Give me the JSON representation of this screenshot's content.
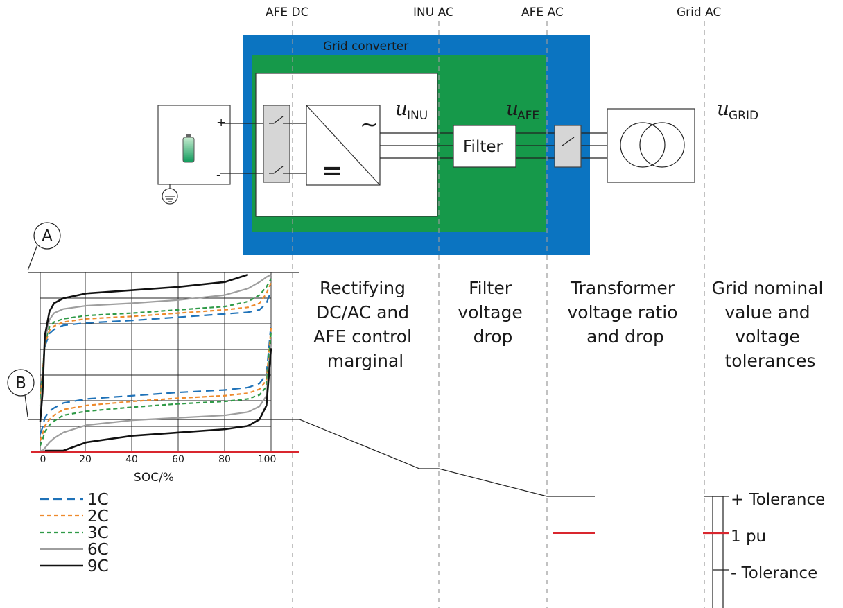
{
  "columns": {
    "afe_dc": "AFE DC",
    "inu_ac": "INU AC",
    "afe_ac": "AFE AC",
    "grid_ac": "Grid AC"
  },
  "converter": {
    "title": "Grid converter",
    "filter_label": "Filter",
    "u_symbol": "u",
    "u_inu_sub": "INU",
    "u_afe_sub": "AFE",
    "u_grid_sub": "GRID",
    "plus": "+",
    "minus": "-",
    "ac_symbol": "~",
    "dc_symbol": "="
  },
  "callouts": {
    "a": "A",
    "b": "B"
  },
  "stages": {
    "rectify": [
      "Rectifying",
      "DC/AC and",
      "AFE control",
      "marginal"
    ],
    "filter": [
      "Filter",
      "voltage",
      "drop"
    ],
    "transformer": [
      "Transformer",
      "voltage ratio",
      "and drop"
    ],
    "grid": [
      "Grid nominal",
      "value and",
      "voltage",
      "tolerances"
    ]
  },
  "tolerance": {
    "plus": "+ Tolerance",
    "nominal": "1 pu",
    "minus": "- Tolerance"
  },
  "colors": {
    "converter_blue": "#0b74c1",
    "converter_green": "#16994a",
    "nominal_red": "#d9262e",
    "c1": "#1f72b8",
    "c2": "#ee8a2c",
    "c3": "#2f9a47",
    "c6": "#9e9e9e",
    "c9": "#111111"
  },
  "chart_data": {
    "type": "line",
    "xlabel": "SOC/%",
    "x_ticks": [
      "0",
      "20",
      "40",
      "60",
      "80",
      "100"
    ],
    "xlim": [
      0,
      100
    ],
    "grid": true,
    "legend": "bottom-left",
    "series": [
      {
        "name": "1C",
        "style": "long-dash",
        "color": "#1f72b8",
        "x": [
          0,
          1,
          2,
          4,
          6,
          10,
          20,
          40,
          60,
          80,
          90,
          95,
          98,
          100
        ],
        "charge_y": [
          -0.47,
          -0.12,
          0.17,
          0.33,
          0.38,
          0.43,
          0.46,
          0.49,
          0.53,
          0.57,
          0.59,
          0.62,
          0.7,
          0.85
        ],
        "discharge_y": [
          -0.9,
          -0.82,
          -0.7,
          -0.62,
          -0.58,
          -0.52,
          -0.47,
          -0.43,
          -0.39,
          -0.36,
          -0.33,
          -0.28,
          -0.17,
          0.45
        ]
      },
      {
        "name": "2C",
        "style": "short-dash",
        "color": "#ee8a2c",
        "x": [
          0,
          1,
          2,
          4,
          6,
          10,
          20,
          40,
          60,
          80,
          90,
          95,
          98,
          100
        ],
        "charge_y": [
          -0.5,
          -0.15,
          0.2,
          0.37,
          0.42,
          0.47,
          0.51,
          0.54,
          0.58,
          0.62,
          0.65,
          0.7,
          0.82,
          0.95
        ],
        "discharge_y": [
          -0.98,
          -0.9,
          -0.8,
          -0.72,
          -0.67,
          -0.6,
          -0.55,
          -0.5,
          -0.46,
          -0.43,
          -0.4,
          -0.35,
          -0.24,
          0.4
        ]
      },
      {
        "name": "3C",
        "style": "short-dash",
        "color": "#2f9a47",
        "x": [
          0,
          1,
          2,
          4,
          6,
          10,
          20,
          40,
          60,
          80,
          90,
          95,
          98,
          100
        ],
        "charge_y": [
          -0.55,
          -0.18,
          0.22,
          0.41,
          0.47,
          0.51,
          0.55,
          0.58,
          0.62,
          0.66,
          0.72,
          0.8,
          0.9,
          1.0
        ],
        "discharge_y": [
          -1.04,
          -0.97,
          -0.87,
          -0.79,
          -0.74,
          -0.67,
          -0.62,
          -0.57,
          -0.53,
          -0.5,
          -0.47,
          -0.42,
          -0.32,
          0.35
        ]
      },
      {
        "name": "6C",
        "style": "solid",
        "color": "#9e9e9e",
        "x": [
          0,
          1,
          2,
          4,
          6,
          10,
          20,
          40,
          60,
          80,
          90,
          95,
          98,
          100
        ],
        "charge_y": [
          -0.65,
          -0.28,
          0.24,
          0.5,
          0.58,
          0.63,
          0.67,
          0.7,
          0.74,
          0.8,
          0.88,
          0.96,
          1.02,
          1.05
        ],
        "discharge_y": [
          -1.2,
          -1.14,
          -1.07,
          -1.0,
          -0.95,
          -0.88,
          -0.79,
          -0.73,
          -0.7,
          -0.67,
          -0.63,
          -0.56,
          -0.43,
          0.2
        ]
      },
      {
        "name": "9C",
        "style": "solid",
        "color": "#111111",
        "x": [
          0,
          1,
          2,
          4,
          6,
          10,
          20,
          40,
          60,
          80,
          90
        ],
        "charge_y": [
          -0.75,
          -0.4,
          0.3,
          0.6,
          0.7,
          0.76,
          0.82,
          0.86,
          0.9,
          0.96,
          1.05
        ],
        "discharge_x": [
          2,
          4,
          6,
          10,
          20,
          40,
          60,
          80,
          90,
          95,
          98,
          100
        ],
        "discharge_y": [
          -1.5,
          -1.38,
          -1.25,
          -1.12,
          -1.0,
          -0.92,
          -0.88,
          -0.84,
          -0.8,
          -0.72,
          -0.55,
          0.15
        ]
      }
    ]
  }
}
